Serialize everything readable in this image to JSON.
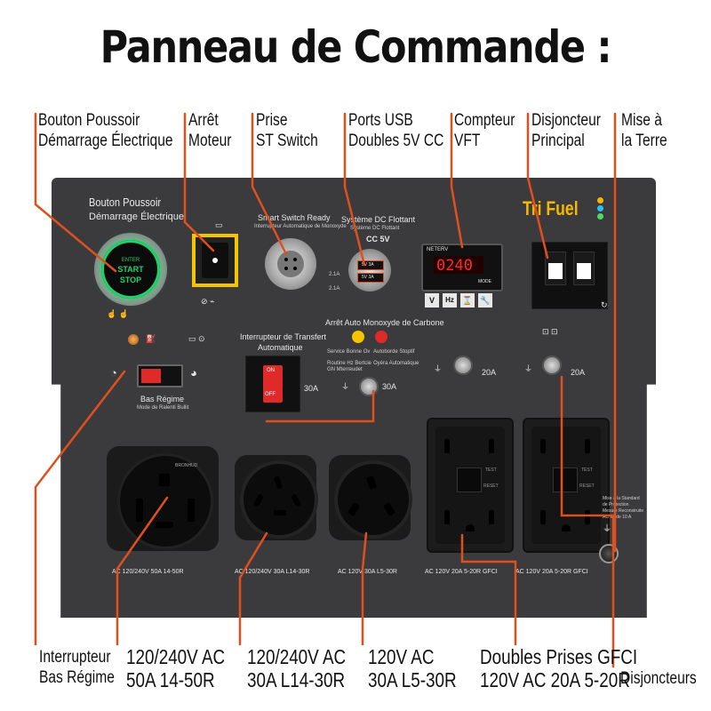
{
  "title": "Panneau de Commande :",
  "callouts_top": [
    {
      "line1": "Bouton Poussoir",
      "line2": "Démarrage Électrique"
    },
    {
      "line1": "Arrêt",
      "line2": "Moteur"
    },
    {
      "line1": "Prise",
      "line2": "ST Switch"
    },
    {
      "line1": "Ports USB",
      "line2": "Doubles 5V CC"
    },
    {
      "line1": "Compteur",
      "line2": "VFT"
    },
    {
      "line1": "Disjoncteur",
      "line2": "Principal"
    },
    {
      "line1": "Mise à",
      "line2": "la Terre"
    }
  ],
  "callouts_bottom": [
    {
      "line1": "Interrupteur",
      "line2": "Bas Régime"
    },
    {
      "line1": "120/240V AC",
      "line2": "50A 14-50R"
    },
    {
      "line1": "120/240V AC",
      "line2": "30A L14-30R"
    },
    {
      "line1": "120V AC",
      "line2": "30A L5-30R"
    },
    {
      "line1": "Doubles Prises GFCI",
      "line2": "120V AC 20A 5-20R"
    },
    {
      "line1": "Disjoncteurs",
      "line2": ""
    }
  ],
  "panel": {
    "start_label_1": "Bouton Poussoir",
    "start_label_2": "Démarrage Électrique",
    "start_button_1": "ENTER",
    "start_button_2": "START",
    "start_button_3": "STOP",
    "smart_switch_1": "Smart Switch Ready",
    "smart_switch_2": "Interrupteur Automatique de Monoxyde",
    "dc_1": "Système DC Flottant",
    "dc_2": "Système DC Flottant",
    "usb_label": "CC 5V",
    "usb_amp_1": "2.1A",
    "usb_amp_2": "2.1A",
    "usb_port_1": "5V 3A",
    "usb_port_2": "5V 3A",
    "brand_1": "Tri",
    "brand_2": "Fuel",
    "meter_brand": "NETERV",
    "meter_value": "0240",
    "meter_mode": "MODE",
    "meter_buttons": [
      "V",
      "Hz",
      "⌛",
      "🔧"
    ],
    "co_title": "Arrêt Auto Monoxyde de Carbone",
    "co_1": "Service Bonne Ov",
    "co_2": "Autoborde Stoptif",
    "co_3": "Routine Hz Bertcie",
    "co_4": "Oyéra Automatique",
    "co_5": "GN Mterreudet",
    "transfer_1": "Interrupteur de Transfert",
    "transfer_2": "Automatique",
    "transfer_on": "ON",
    "transfer_off": "OFF",
    "transfer_amp": "30A",
    "knob_amp": "30A",
    "breaker_20a_1": "20A",
    "breaker_20a_2": "20A",
    "idle_1": "Bas Régime",
    "idle_2": "Mode de Ralenti Bullit",
    "ground_text_1": "Mise à la Standard",
    "ground_text_2": "de Protection",
    "ground_text_3": "Mesure Reconstruite",
    "ground_text_4": "AC Mode 10 A",
    "socket_1": "AC 120/240V 50A 14-50R",
    "socket_2": "AC 120/240V 30A L14-30R",
    "socket_3": "AC 120V 30A L5-30R",
    "socket_4": "AC 120V 20A 5-20R GFCI",
    "socket_5": "AC 120V 20A 5-20R GFCI",
    "socket_brand": "BRONHUD",
    "gfci_test": "TEST",
    "gfci_reset": "RESET"
  },
  "colors": {
    "accent": "#e0501e",
    "panel": "#3b3b3d",
    "brand_yellow": "#f5b800",
    "green_glow": "#1fd36a",
    "display_red": "#ff2a2a"
  }
}
